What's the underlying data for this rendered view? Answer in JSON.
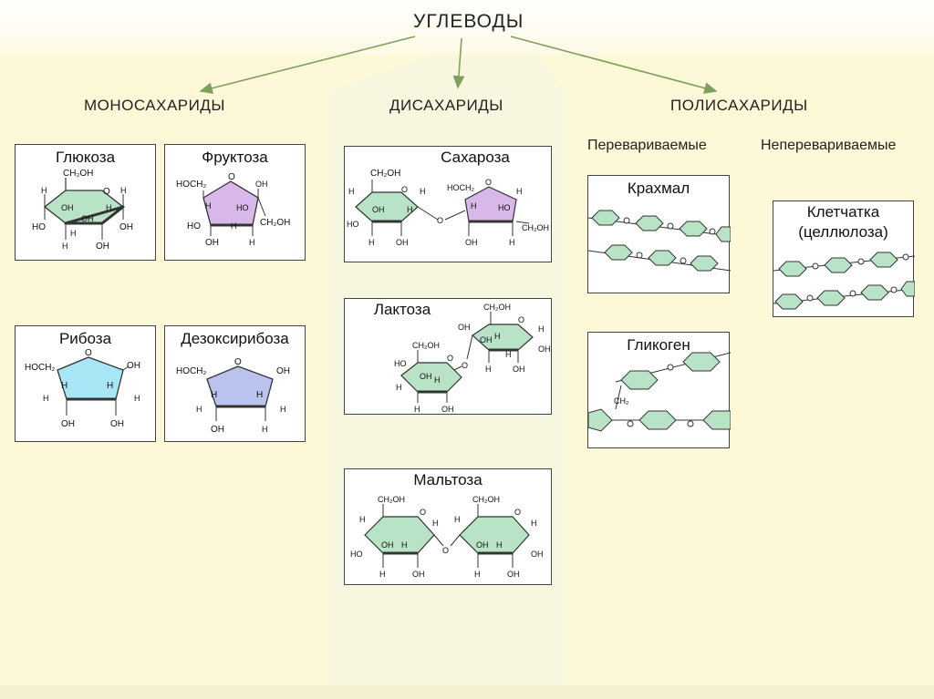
{
  "title": "УГЛЕВОДЫ",
  "categories": {
    "mono": "МОНОСАХАРИДЫ",
    "di": "ДИСАХАРИДЫ",
    "poly": "ПОЛИСАХАРИДЫ"
  },
  "poly_subgroups": {
    "digestible": "Перевариваемые",
    "indigestible": "Неперевариваемые"
  },
  "molecules": {
    "glucose": "Глюкоза",
    "fructose": "Фруктоза",
    "ribose": "Рибоза",
    "deoxyribose": "Дезоксирибоза",
    "sucrose": "Сахароза",
    "lactose": "Лактоза",
    "maltose": "Мальтоза",
    "starch": "Крахмал",
    "glycogen": "Гликоген",
    "cellulose_line1": "Клетчатка",
    "cellulose_line2": "(целлюлоза)"
  },
  "atoms": {
    "ch2oh": "CH₂OH",
    "hoch2": "HOCH₂",
    "oh": "OH",
    "ho": "HO",
    "h": "H",
    "o": "O",
    "ch2": "CH₂"
  },
  "colors": {
    "background_band": "#fdf9d8",
    "glucose_ring": "#b9e3c6",
    "fructose_ring": "#d8b8ea",
    "ribose_ring": "#a9e6f5",
    "deoxyribose_ring": "#b9c3ee",
    "arrow": "#7fa05a",
    "chain_ring": "#b9e3c6"
  }
}
